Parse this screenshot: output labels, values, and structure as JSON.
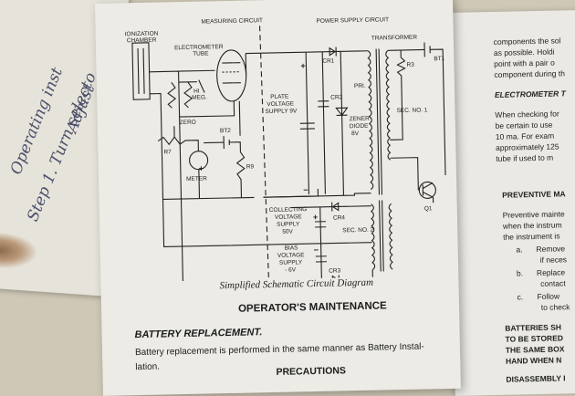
{
  "handwritten_note": {
    "lines": [
      "Operating inst",
      "Step 1. Turn selecto",
      "Adjust"
    ]
  },
  "schematic": {
    "labels": {
      "measuring_circuit": "MEASURING CIRCUIT",
      "power_supply_circuit": "POWER SUPPLY CIRCUIT",
      "ionization_chamber_1": "IONIZATION",
      "ionization_chamber_2": "CHAMBER",
      "electrometer_1": "ELECTROMETER",
      "electrometer_2": "TUBE",
      "hi_meg_1": "HI",
      "hi_meg_2": "MEG.",
      "zero": "ZERO",
      "r7": "R7",
      "bt2": "BT2",
      "r9": "R9",
      "meter": "METER",
      "plate_1": "PLATE",
      "plate_2": "VOLTAGE",
      "plate_3": "SUPPLY 9V",
      "cr1": "CR1",
      "cr2": "CR2",
      "zener_1": "ZENER",
      "zener_2": "DIODE",
      "zener_3": "8V",
      "transformer": "TRANSFORMER",
      "pri": "PRI.",
      "sec1": "SEC. NO. 1",
      "r3": "R3",
      "bt1": "BT1",
      "q1": "Q1",
      "collecting_1": "COLLECTING",
      "collecting_2": "VOLTAGE",
      "collecting_3": "SUPPLY",
      "collecting_4": "50V",
      "cr4": "CR4",
      "sec2": "SEC. NO. 2",
      "bias_1": "BIAS",
      "bias_2": "VOLTAGE",
      "bias_3": "SUPPLY",
      "bias_4": "- 6V",
      "cr3": "CR3"
    }
  },
  "caption": "Simplified Schematic Circuit Diagram",
  "operators_maintenance": "OPERATOR'S MAINTENANCE",
  "battery_replacement": "BATTERY REPLACEMENT.",
  "battery_text_1": "Battery replacement is performed in the same manner as Battery Instal-",
  "battery_text_2": "lation.",
  "precautions": "PRECAUTIONS",
  "right_page": {
    "lines": [
      "components the sol",
      "as possible. Holdi",
      "point with a pair o",
      "component during th"
    ],
    "electrometer_heading": "ELECTROMETER T",
    "electrometer_lines": [
      "When checking for",
      "be certain to use",
      "10 ma. For exam",
      "approximately 125",
      "tube if used to m"
    ],
    "preventive_heading": "PREVENTIVE MA",
    "preventive_lines": [
      "Preventive mainte",
      "when the instrum",
      "the instrument is"
    ],
    "list_items": [
      {
        "marker": "a.",
        "text": "Remove",
        "cont": "if neces"
      },
      {
        "marker": "b.",
        "text": "Replace",
        "cont": "contact"
      },
      {
        "marker": "c.",
        "text": "Follow",
        "cont": "to check"
      }
    ],
    "batteries_lines": [
      "BATTERIES SH",
      "TO BE STORED",
      "THE SAME BOX",
      "HAND WHEN N"
    ],
    "disassembly": "DISASSEMBLY I"
  }
}
